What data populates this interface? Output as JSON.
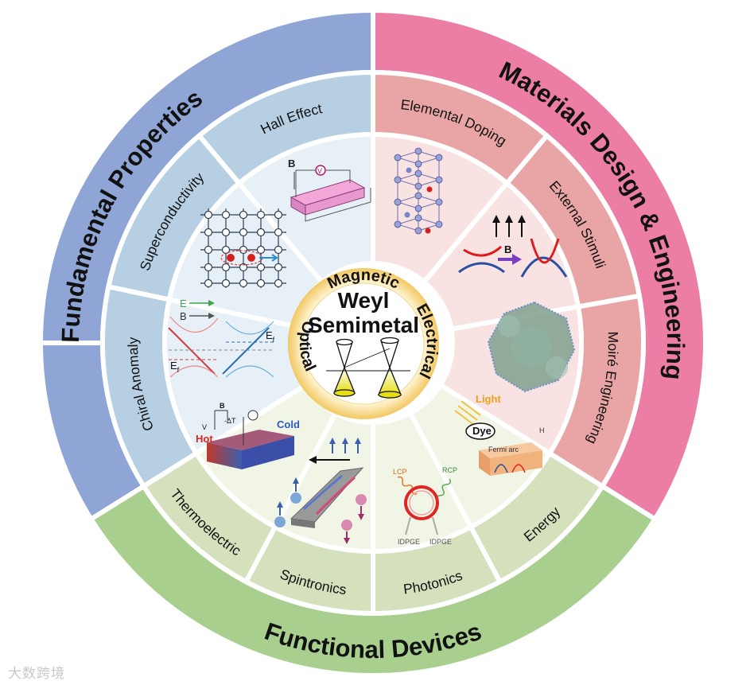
{
  "center": {
    "title_line1": "Weyl",
    "title_line2": "Semimetal"
  },
  "ring_words": {
    "top": "Magnetic",
    "right": "Electrical",
    "left": "Optical"
  },
  "outer_labels": {
    "fundamental": "Fundamental Properties",
    "materials": "Materials Design & Engineering",
    "devices": "Functional Devices"
  },
  "segments": {
    "hall": "Hall Effect",
    "superconductivity": "Superconductivity",
    "chiral": "Chiral Anomaly",
    "doping": "Elemental Doping",
    "stimuli": "External Stimuli",
    "moire": "Moiré Engineering",
    "thermo": "Thermoelectric",
    "spintronics": "Spintronics",
    "photonics": "Photonics",
    "energy": "Energy"
  },
  "illustration_text": {
    "B": "B",
    "V": "V",
    "E": "E",
    "Ef": "E",
    "f": "f",
    "deltaT": "-ΔT",
    "cold": "Cold",
    "hot": "Hot",
    "light": "Light",
    "dye": "Dye",
    "fermi_arc": "Fermi arc",
    "h2": "H",
    "lcp": "LCP",
    "rcp": "RCP",
    "ipse": "IDPGE"
  },
  "colors": {
    "fundamental_outer": "#8ea5d6",
    "fundamental_mid": "#b6cfe2",
    "fundamental_inner": "#e7f0f7",
    "materials_outer": "#ec7ea6",
    "materials_mid": "#e9a5a5",
    "materials_inner": "#f8e2e2",
    "devices_outer": "#a8cf8e",
    "devices_mid": "#d5e1bc",
    "devices_inner": "#f1f5e6",
    "ring": "#f6d98a",
    "cone": "#e8e21f"
  },
  "watermark": "大数跨境"
}
